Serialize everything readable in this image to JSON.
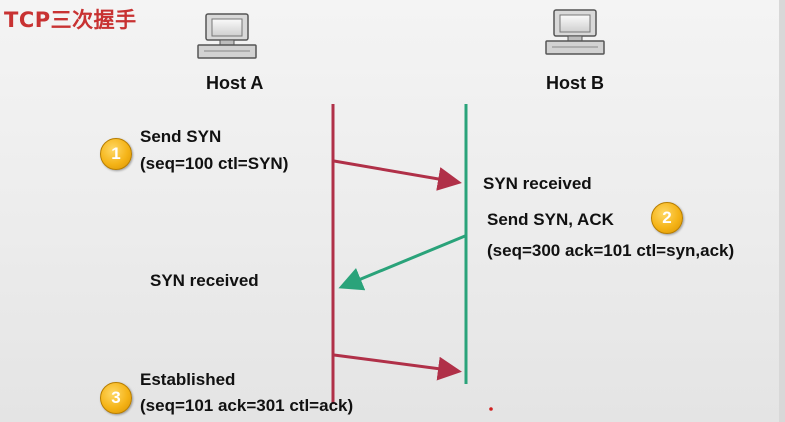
{
  "title": "TCP三次握手",
  "hosts": {
    "a": "Host A",
    "b": "Host B"
  },
  "colors": {
    "title": "#c83232",
    "host_a_line": "#b03048",
    "host_b_line": "#2aa37a",
    "badge": "#f5b418"
  },
  "steps": [
    {
      "badge": "1",
      "line1": "Send SYN",
      "line2": "(seq=100 ctl=SYN)"
    },
    {
      "badge": "2",
      "line1": "Send SYN, ACK",
      "line2": "(seq=300 ack=101 ctl=syn,ack)"
    },
    {
      "badge": "3",
      "line1": "Established",
      "line2": "(seq=101 ack=301 ctl=ack)"
    }
  ],
  "labels": {
    "b_received": "SYN received",
    "a_received": "SYN received"
  }
}
